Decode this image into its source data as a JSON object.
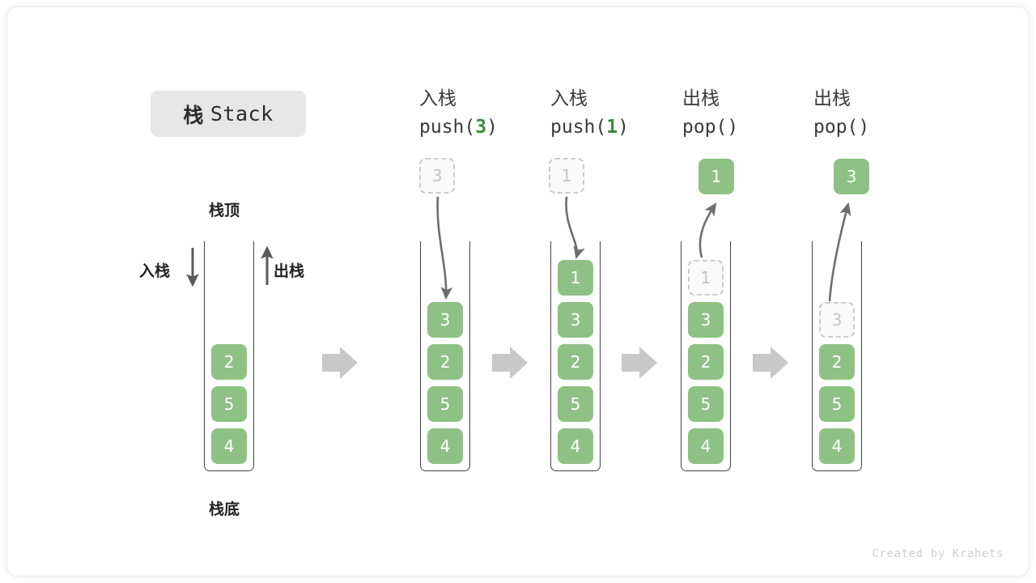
{
  "figure": {
    "title_cn": "栈",
    "title_en": "Stack",
    "watermark": "Created by Krahets",
    "label_top": "栈顶",
    "label_bottom": "栈底",
    "label_push": "入栈",
    "label_pop": "出栈"
  },
  "colors": {
    "cell_fill": "#8ec284",
    "cell_text": "#ffffff",
    "ghost_fill": "#fafafa",
    "ghost_border": "#cbcbcb",
    "ghost_text": "#c3c3c3",
    "accent_number": "#3d8b40",
    "chip_bg": "#e7e7e7",
    "arrow_gray": "#c8c8c8",
    "curve_stroke": "#6e6e6e",
    "container_border": "#444444"
  },
  "steps": [
    {
      "id": "initial",
      "head_cn": "",
      "head_code": "",
      "stack": [
        "2",
        "5",
        "4"
      ],
      "floating": null,
      "ghost_in_stack": null
    },
    {
      "id": "push-3",
      "head_cn": "入栈",
      "head_code_prefix": "push(",
      "head_code_num": "3",
      "head_code_suffix": ")",
      "stack": [
        "3",
        "2",
        "5",
        "4"
      ],
      "floating": {
        "value": "3",
        "style": "ghost"
      },
      "ghost_in_stack": null
    },
    {
      "id": "push-1",
      "head_cn": "入栈",
      "head_code_prefix": "push(",
      "head_code_num": "1",
      "head_code_suffix": ")",
      "stack": [
        "1",
        "3",
        "2",
        "5",
        "4"
      ],
      "floating": {
        "value": "1",
        "style": "ghost"
      },
      "ghost_in_stack": null
    },
    {
      "id": "pop-1",
      "head_cn": "出栈",
      "head_code_prefix": "pop(",
      "head_code_num": "",
      "head_code_suffix": ")",
      "stack": [
        "3",
        "2",
        "5",
        "4"
      ],
      "floating": {
        "value": "1",
        "style": "solid"
      },
      "ghost_in_stack": {
        "value": "1"
      }
    },
    {
      "id": "pop-2",
      "head_cn": "出栈",
      "head_code_prefix": "pop(",
      "head_code_num": "",
      "head_code_suffix": ")",
      "stack": [
        "2",
        "5",
        "4"
      ],
      "floating": {
        "value": "3",
        "style": "solid"
      },
      "ghost_in_stack": {
        "value": "3"
      }
    }
  ],
  "separators": [
    "arrow-right",
    "arrow-right",
    "arrow-right",
    "arrow-right"
  ]
}
